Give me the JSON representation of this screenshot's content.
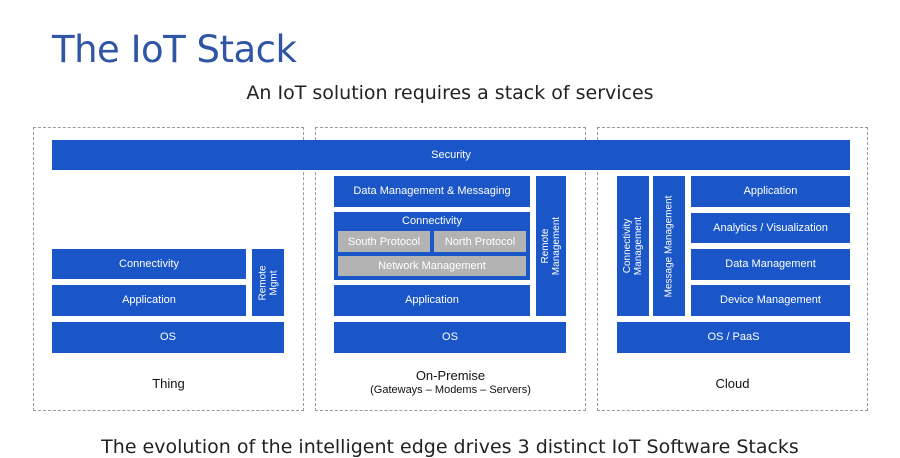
{
  "title": "The IoT Stack",
  "subtitle": "An IoT solution requires a stack of services",
  "bottom_text": "The evolution of the intelligent edge drives 3 distinct IoT Software Stacks",
  "colors": {
    "block": "#1a56c7",
    "gray_block": "#b3b3b3",
    "title": "#2f55a4"
  },
  "security": "Security",
  "thing": {
    "caption": "Thing",
    "connectivity": "Connectivity",
    "application": "Application",
    "os": "OS",
    "remote_mgmt": "Remote Mgmt"
  },
  "onprem": {
    "caption": "On-Premise",
    "caption_sub": "(Gateways – Modems – Servers)",
    "data_mgmt_messaging": "Data Management & Messaging",
    "connectivity": "Connectivity",
    "south_protocol": "South Protocol",
    "north_protocol": "North Protocol",
    "network_mgmt": "Network Management",
    "application": "Application",
    "os": "OS",
    "remote_mgmt": "Remote Management"
  },
  "cloud": {
    "caption": "Cloud",
    "connectivity_mgmt": "Connectivity Management",
    "message_mgmt": "Message Management",
    "application": "Application",
    "analytics": "Analytics / Visualization",
    "data_mgmt": "Data Management",
    "device_mgmt": "Device Management",
    "os_paas": "OS / PaaS"
  }
}
